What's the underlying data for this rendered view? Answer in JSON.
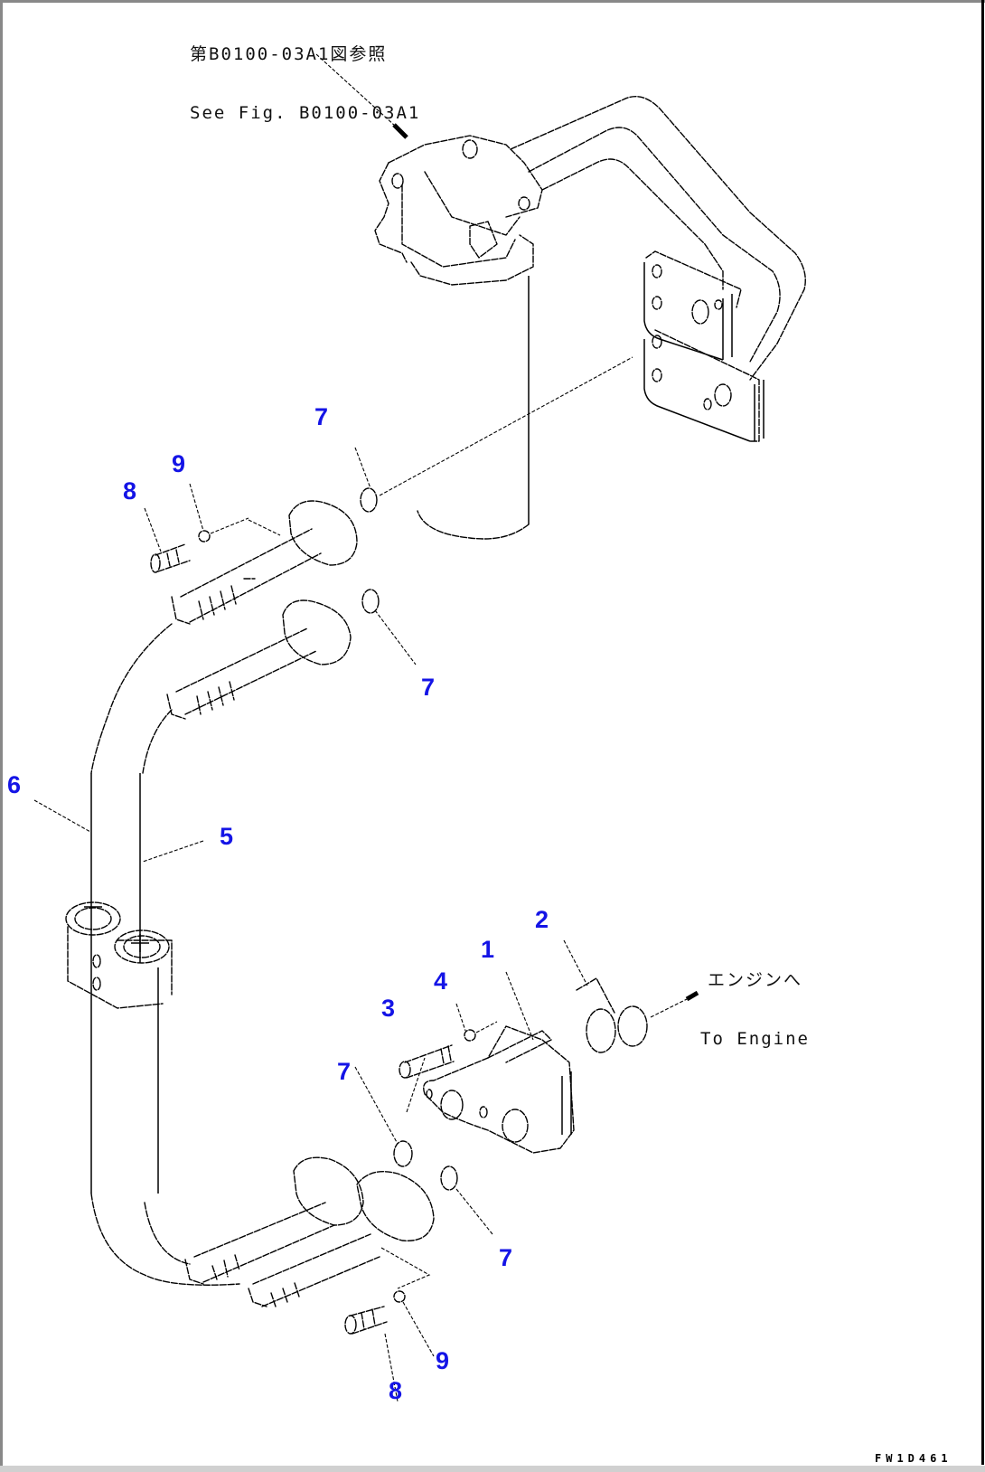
{
  "drawing": {
    "figure_code": "FW1D461",
    "ref_note": {
      "jp": "第B0100-03A1図参照",
      "en": "See Fig. B0100-03A1"
    },
    "engine_note": {
      "jp": "エンジンへ",
      "en": "To Engine"
    },
    "callout_color": "#1414e6",
    "callouts": [
      {
        "id": "c1",
        "number": "1"
      },
      {
        "id": "c2",
        "number": "2"
      },
      {
        "id": "c3",
        "number": "3"
      },
      {
        "id": "c4",
        "number": "4"
      },
      {
        "id": "c5",
        "number": "5"
      },
      {
        "id": "c6",
        "number": "6"
      },
      {
        "id": "c7a",
        "number": "7"
      },
      {
        "id": "c7b",
        "number": "7"
      },
      {
        "id": "c7c",
        "number": "7"
      },
      {
        "id": "c7d",
        "number": "7"
      },
      {
        "id": "c8a",
        "number": "8"
      },
      {
        "id": "c8b",
        "number": "8"
      },
      {
        "id": "c9a",
        "number": "9"
      },
      {
        "id": "c9b",
        "number": "9"
      }
    ]
  }
}
